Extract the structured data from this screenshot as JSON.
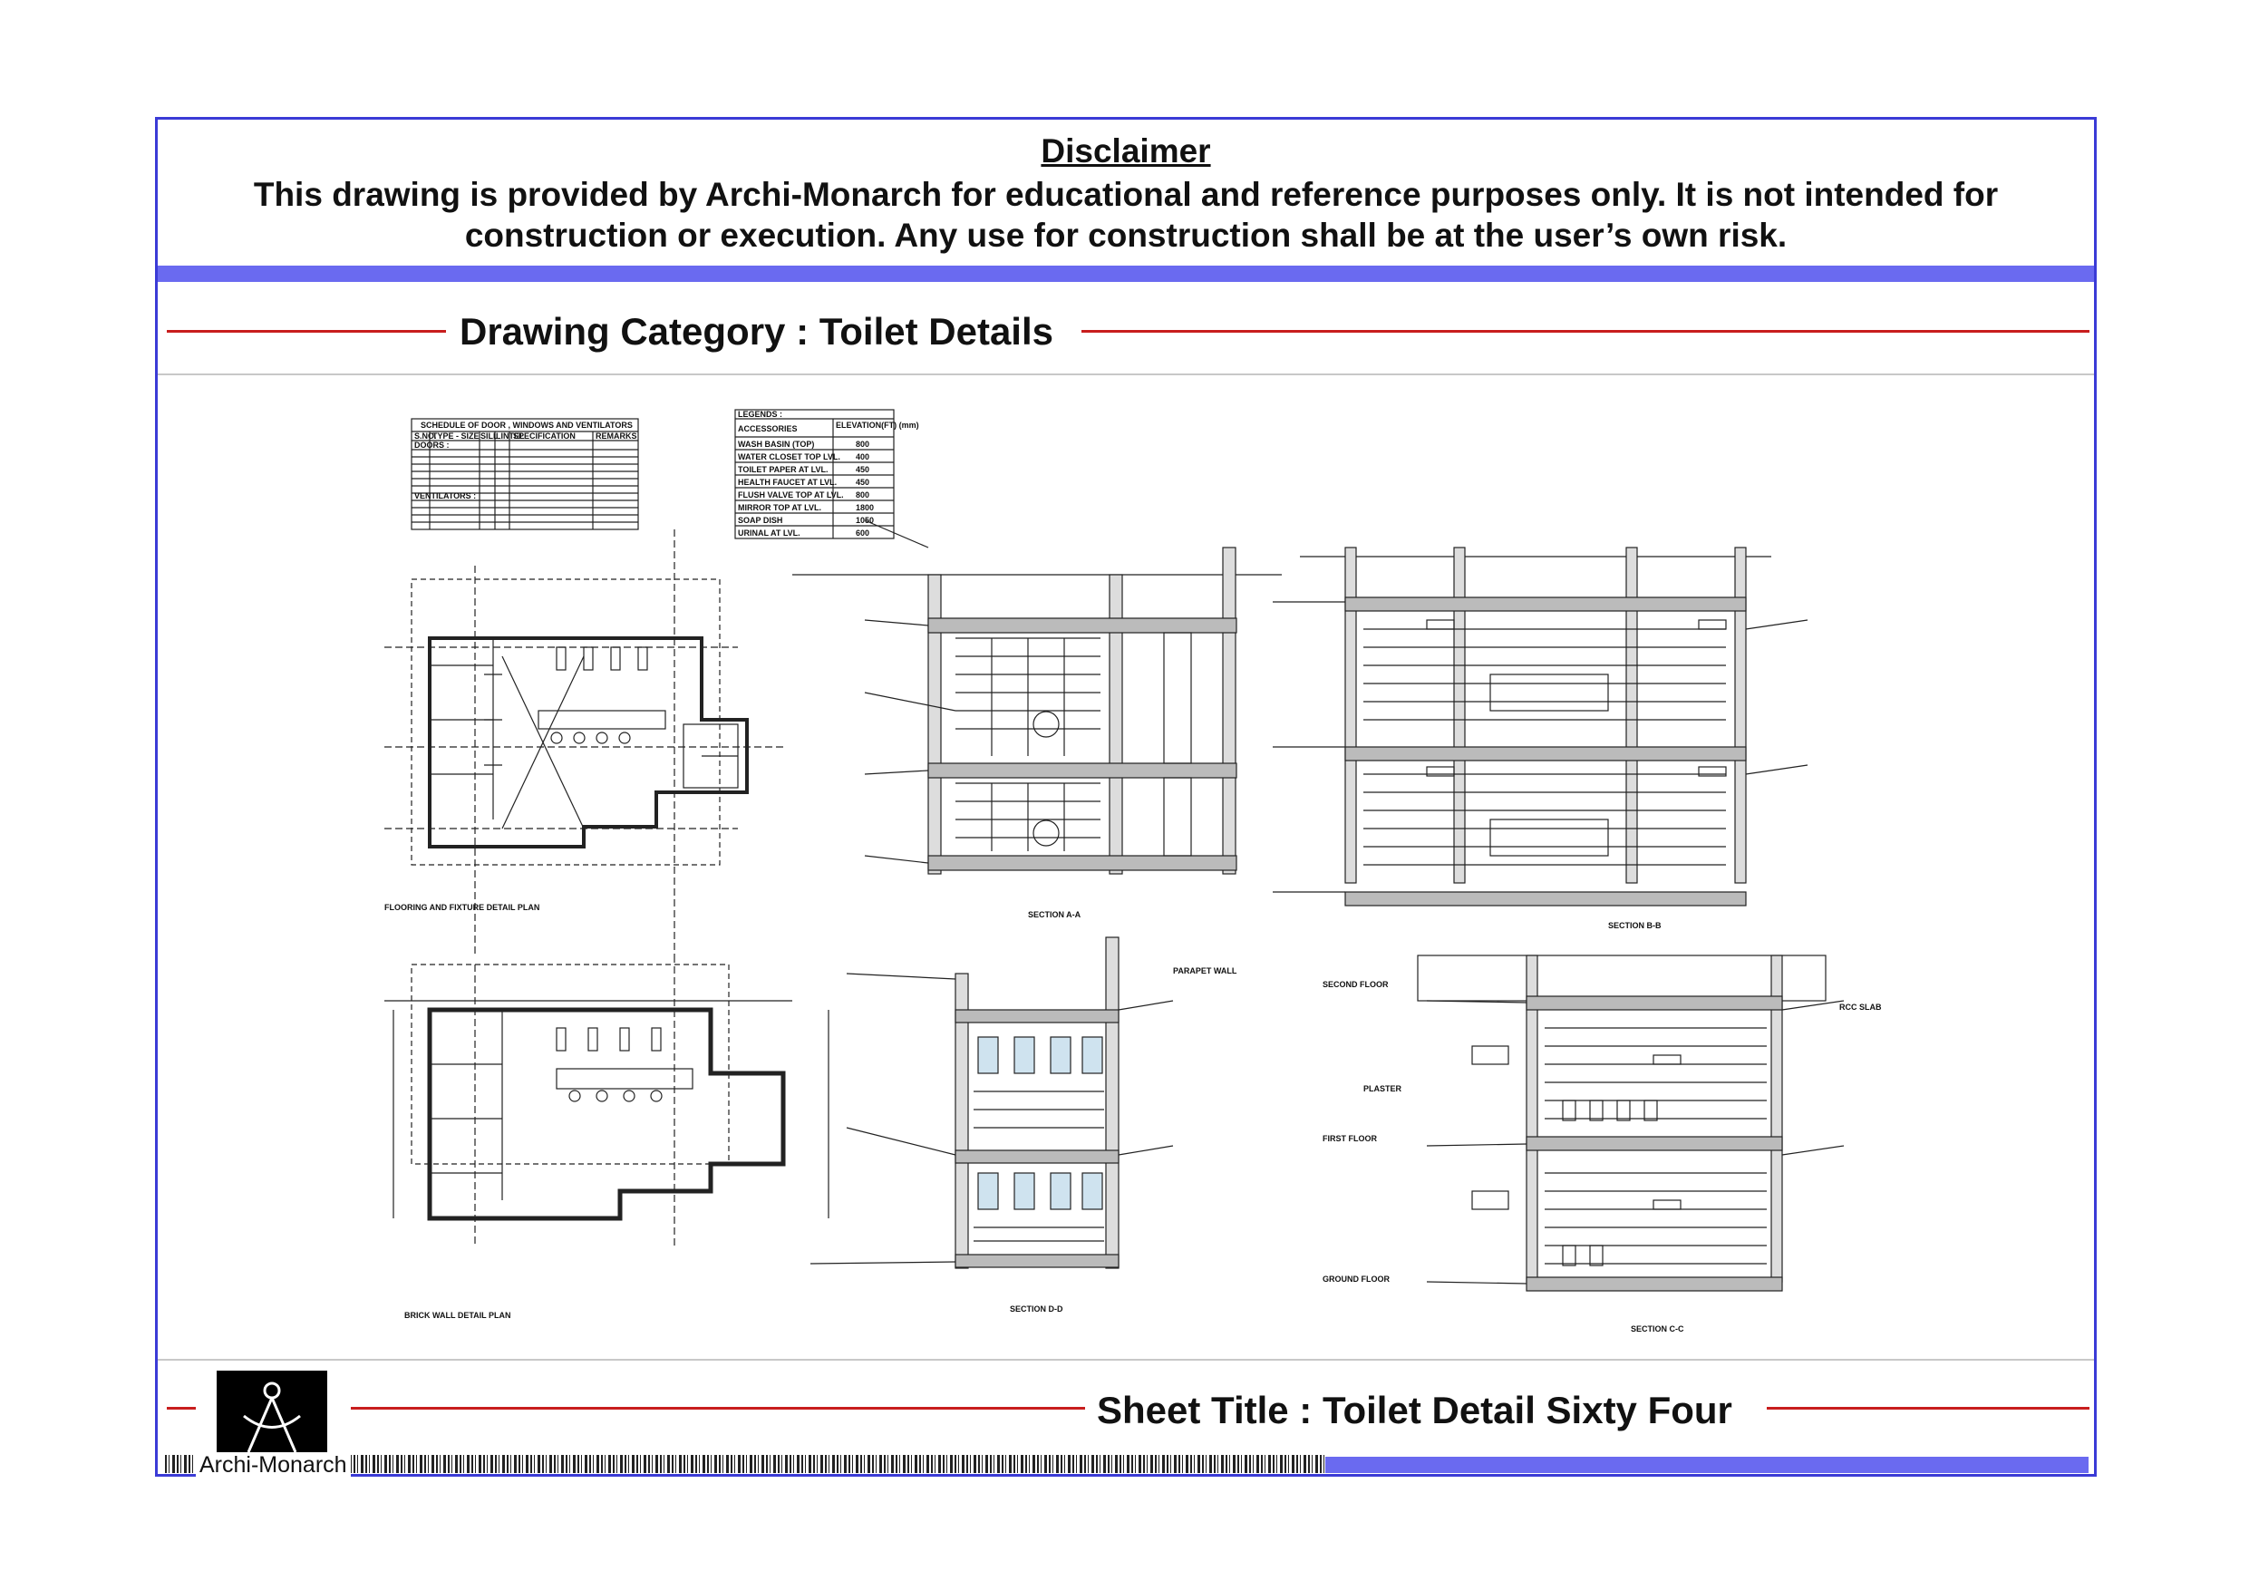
{
  "disclaimer": {
    "title": "Disclaimer",
    "line1": "This drawing is provided by Archi-Monarch for educational and reference purposes only. It is not intended for",
    "line2": "construction or execution. Any use for construction shall be at the user’s own risk."
  },
  "category": {
    "text": "Drawing Category : Toilet Details"
  },
  "drawings": {
    "schedule_title": "SCHEDULE OF DOOR , WINDOWS AND VENTILATORS",
    "schedule_headers": [
      "S.NO.",
      "TYPE - SIZE",
      "SILL",
      "LINTEL",
      "SPECIFICATION",
      "REMARKS"
    ],
    "schedule_door_label": "DOORS :",
    "schedule_vent_label": "VENTILATORS :",
    "legend_title": "LEGENDS :",
    "legend_headers": [
      "ACCESSORIES",
      "ELEVATION(FT) (mm)"
    ],
    "legend_rows": [
      [
        "WASH BASIN (TOP)",
        "800"
      ],
      [
        "WATER CLOSET TOP LVL.",
        "400"
      ],
      [
        "TOILET PAPER AT LVL.",
        "450"
      ],
      [
        "HEALTH FAUCET AT LVL.",
        "450"
      ],
      [
        "FLUSH VALVE TOP AT LVL.",
        "800"
      ],
      [
        "MIRROR TOP AT LVL.",
        "1800"
      ],
      [
        "SOAP DISH",
        "1050"
      ],
      [
        "URINAL AT LVL.",
        "600"
      ]
    ],
    "plan1_label": "FLOORING AND FIXTURE DETAIL PLAN",
    "plan2_label": "BRICK WALL DETAIL PLAN",
    "section_aa": "SECTION A-A",
    "section_bb": "SECTION B-B",
    "section_cc": "SECTION C-C",
    "section_dd": "SECTION D-D",
    "note_parapet": "PARAPET WALL",
    "note_second_floor": "SECOND FLOOR",
    "note_first_floor": "FIRST FLOOR",
    "note_ground_floor": "GROUND FLOOR",
    "note_rcc": "RCC SLAB",
    "note_plaster": "PLASTER"
  },
  "footer": {
    "sheet_title": "Sheet Title : Toilet Detail Sixty Four",
    "brand": "Archi-Monarch"
  },
  "colors": {
    "border": "#3b3bd6",
    "bar": "#6a6af0",
    "redline": "#c81e1e"
  }
}
